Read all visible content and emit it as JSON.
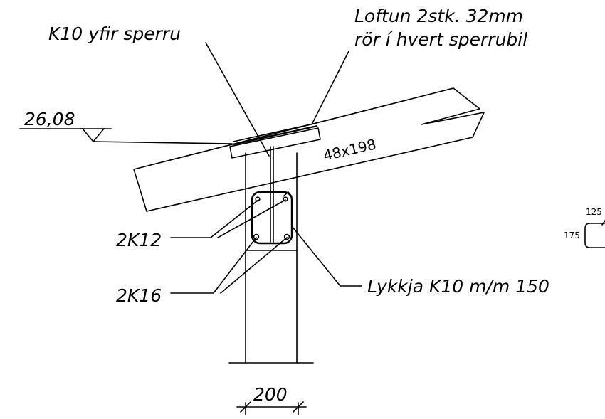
{
  "labels": {
    "k10_over_rafter": "K10 yfir sperru",
    "vent_line1": "Loftun 2stk. 32mm",
    "vent_line2": "rör í hvert sperrubil",
    "elevation": "26,08",
    "rafter_size": "48x198",
    "rebar_top": "2K12",
    "rebar_bottom": "2K16",
    "stirrup": "Lykkja K10 m/m 150",
    "wall_width": "200",
    "detail_width": "125",
    "detail_height": "175"
  }
}
